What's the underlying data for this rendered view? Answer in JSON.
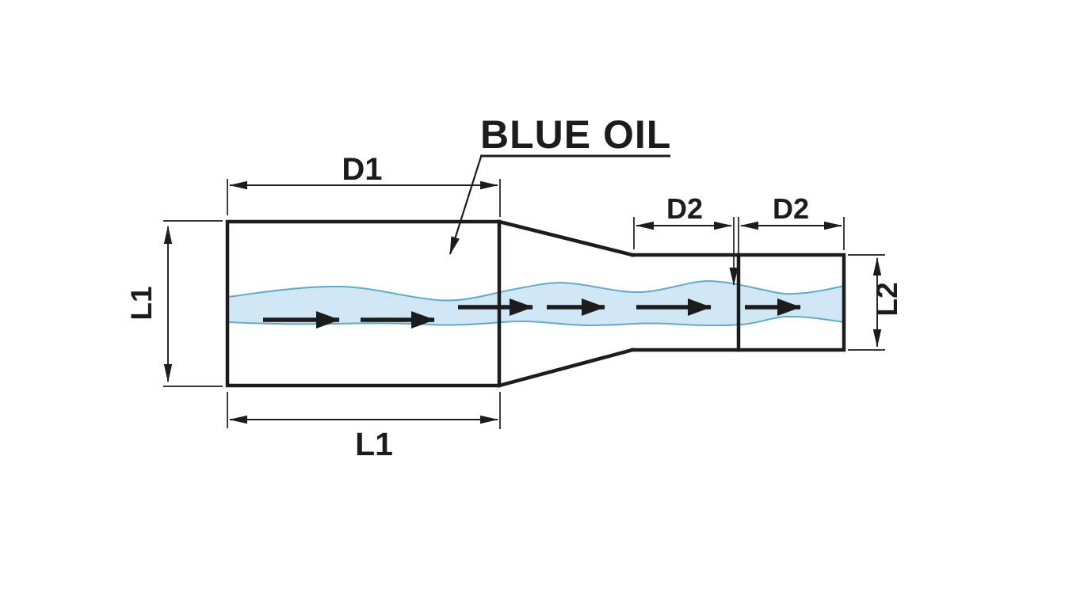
{
  "callout": {
    "label": "BLUE OIL"
  },
  "dimensions": {
    "d1": "D1",
    "d2_left": "D2",
    "d2_right": "D2",
    "l1_side": "L1",
    "l1_bottom": "L1",
    "l2_side": "L2"
  },
  "flow": {
    "direction": "right",
    "arrow_count": 6
  },
  "colors": {
    "line": "#1c1c1c",
    "fluid_fill": "#cfe7f5",
    "fluid_edge": "#64aac8",
    "background": "#ffffff"
  }
}
